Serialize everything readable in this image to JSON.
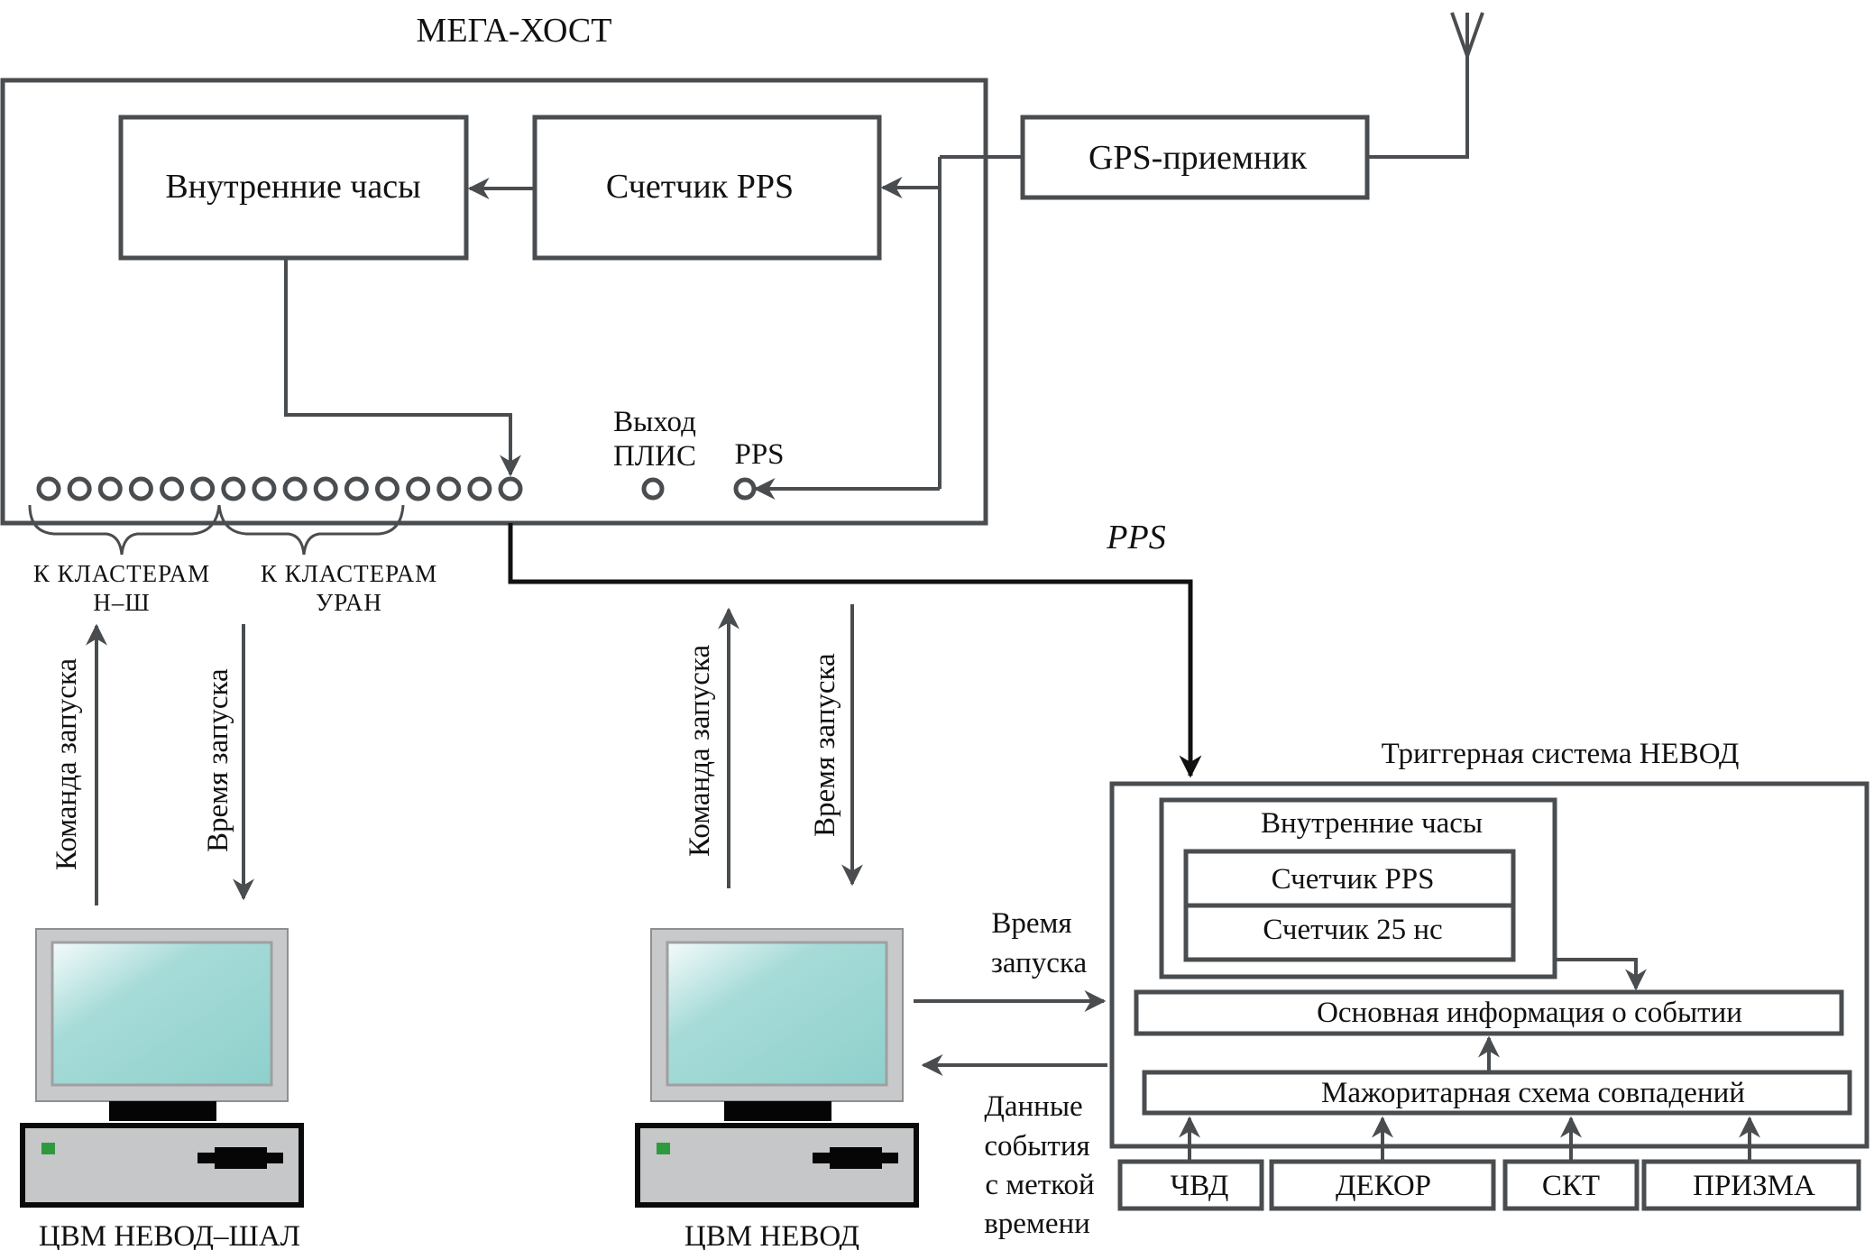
{
  "mega_host": {
    "title": "МЕГА-ХОСТ",
    "internal_clock": "Внутренние часы",
    "pps_counter": "Счетчик PPS",
    "fpga_output_label_line1": "Выход",
    "fpga_output_label_line2": "ПЛИС",
    "pps_port_label": "PPS",
    "cluster_ports_count": 16,
    "clusters_nsh_line1": "К КЛАСТЕРАМ",
    "clusters_nsh_line2": "Н–Ш",
    "clusters_uran_line1": "К КЛАСТЕРАМ",
    "clusters_uran_line2": "УРАН"
  },
  "gps": {
    "receiver": "GPS-приемник",
    "antenna_icon": "antenna-icon"
  },
  "links": {
    "pps_label": "PPS",
    "launch_command": "Команда запуска",
    "launch_time": "Время запуска",
    "launch_time_line1": "Время",
    "launch_time_line2": "запуска",
    "event_data_line1": "Данные",
    "event_data_line2": "события",
    "event_data_line3": "с меткой",
    "event_data_line4": "времени"
  },
  "computers": [
    {
      "label": "ЦВМ НЕВОД–ШАЛ",
      "icon": "computer-icon"
    },
    {
      "label": "ЦВМ НЕВОД",
      "icon": "computer-icon"
    }
  ],
  "trigger_system": {
    "title": "Триггерная система НЕВОД",
    "internal_clock": "Внутренние часы",
    "pps_counter": "Счетчик PPS",
    "ns_counter": "Счетчик 25 нс",
    "event_info": "Основная информация о событии",
    "majority_scheme": "Мажоритарная схема совпадений",
    "detectors": [
      "ЧВД",
      "ДЕКОР",
      "СКТ",
      "ПРИЗМА"
    ]
  },
  "colors": {
    "line": "#4a4d50",
    "screen": "#93d3d0",
    "case": "#c8c9ca",
    "led": "#2e9a3e"
  }
}
